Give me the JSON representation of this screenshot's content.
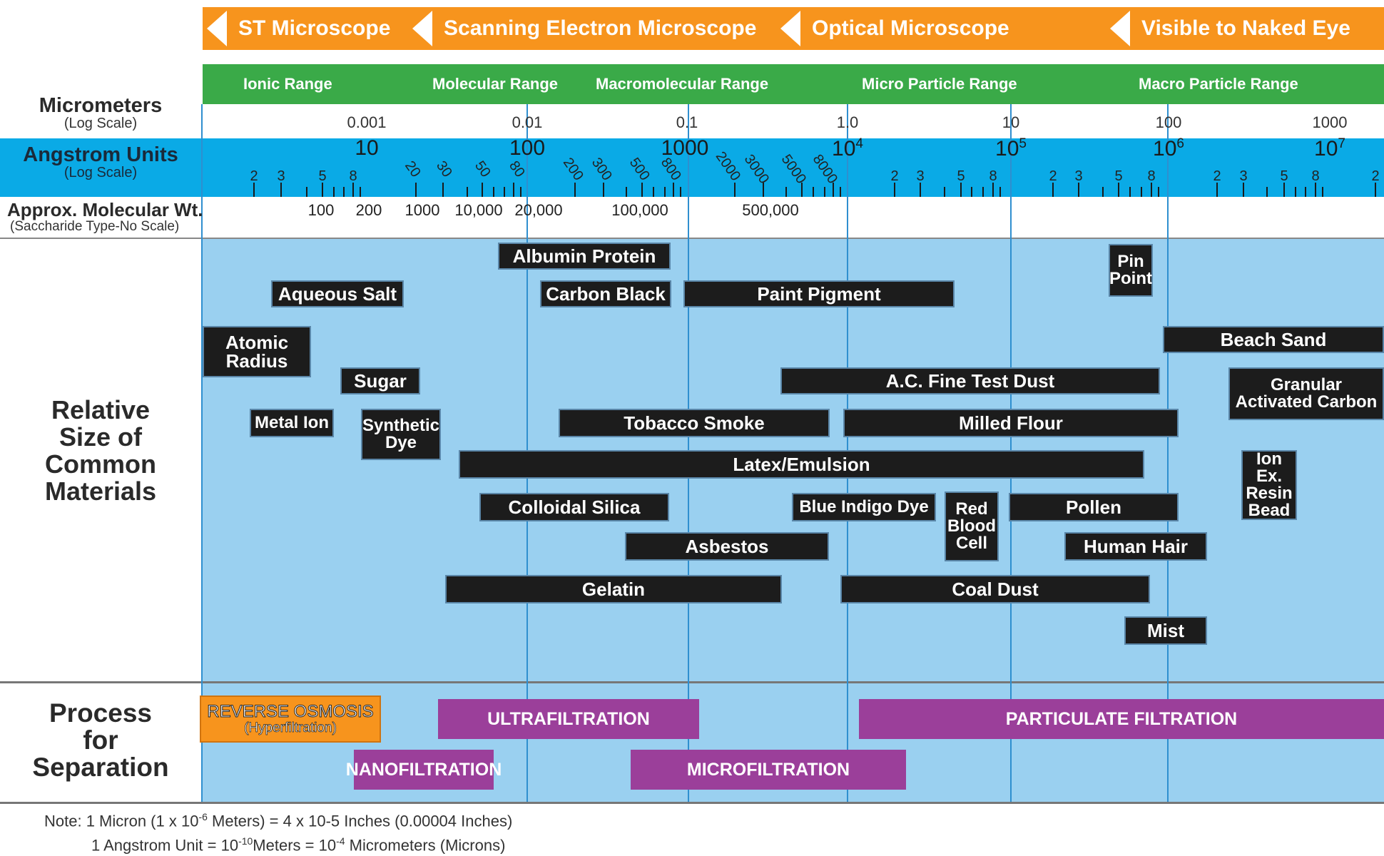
{
  "colors": {
    "orange": "#f7941d",
    "green": "#3aaa48",
    "cyan": "#0aaae6",
    "light_blue": "#9ad0f0",
    "dark_box": "#1c1c1c",
    "purple": "#9b3f9a",
    "divider_line": "#2f8fcf"
  },
  "row_headers": {
    "micrometers": "Micrometers",
    "micrometers_sub": "(Log Scale)",
    "angstrom": "Angstrom Units",
    "angstrom_sub": "(Log Scale)",
    "molecular": "Approx. Molecular Wt.",
    "molecular_sub": "(Saccharide Type-No Scale)",
    "relative_lines": [
      "Relative",
      "Size of",
      "Common",
      "Materials"
    ],
    "process_lines": [
      "Process",
      "for",
      "Separation"
    ]
  },
  "microscopes": [
    {
      "label": "ST Microscope",
      "icon": "left-arrow-icon"
    },
    {
      "label": "Scanning Electron Microscope",
      "icon": "left-arrow-icon"
    },
    {
      "label": "Optical Microscope",
      "icon": "left-arrow-icon"
    },
    {
      "label": "Visible to Naked Eye",
      "icon": "left-arrow-icon"
    }
  ],
  "ranges": [
    "Ionic Range",
    "Molecular Range",
    "Macromolecular Range",
    "Micro Particle Range",
    "Macro Particle Range"
  ],
  "micrometer_ticks": [
    "0.001",
    "0.01",
    "0.1",
    "1.0",
    "10",
    "100",
    "1000"
  ],
  "angstrom_majors": [
    {
      "base": "10",
      "exp": ""
    },
    {
      "base": "100",
      "exp": ""
    },
    {
      "base": "1000",
      "exp": ""
    },
    {
      "base": "10",
      "exp": "4"
    },
    {
      "base": "10",
      "exp": "5"
    },
    {
      "base": "10",
      "exp": "6"
    },
    {
      "base": "10",
      "exp": "7"
    }
  ],
  "angstrom_minor_labels": [
    "2",
    "3",
    "5",
    "8"
  ],
  "angstrom_rotated": [
    "20",
    "30",
    "50",
    "80",
    "200",
    "300",
    "500",
    "800",
    "2000",
    "3000",
    "5000",
    "8000"
  ],
  "molecular_weights": [
    "100",
    "200",
    "1000",
    "10,000",
    "20,000",
    "100,000",
    "500,000"
  ],
  "materials": [
    {
      "lines": [
        "Albumin Protein"
      ]
    },
    {
      "lines": [
        "Aqueous Salt"
      ]
    },
    {
      "lines": [
        "Carbon Black"
      ]
    },
    {
      "lines": [
        "Paint Pigment"
      ]
    },
    {
      "lines": [
        "Pin",
        "Point"
      ]
    },
    {
      "lines": [
        "Atomic",
        "Radius"
      ]
    },
    {
      "lines": [
        "Beach Sand"
      ]
    },
    {
      "lines": [
        "Sugar"
      ]
    },
    {
      "lines": [
        "A.C. Fine Test Dust"
      ]
    },
    {
      "lines": [
        "Granular",
        "Activated Carbon"
      ]
    },
    {
      "lines": [
        "Metal Ion"
      ]
    },
    {
      "lines": [
        "Synthetic",
        "Dye"
      ]
    },
    {
      "lines": [
        "Tobacco Smoke"
      ]
    },
    {
      "lines": [
        "Milled Flour"
      ]
    },
    {
      "lines": [
        "Latex/Emulsion"
      ]
    },
    {
      "lines": [
        "Ion Ex.",
        "Resin",
        "Bead"
      ]
    },
    {
      "lines": [
        "Colloidal Silica"
      ]
    },
    {
      "lines": [
        "Blue Indigo Dye"
      ]
    },
    {
      "lines": [
        "Red",
        "Blood",
        "Cell"
      ]
    },
    {
      "lines": [
        "Pollen"
      ]
    },
    {
      "lines": [
        "Asbestos"
      ]
    },
    {
      "lines": [
        "Human Hair"
      ]
    },
    {
      "lines": [
        "Gelatin"
      ]
    },
    {
      "lines": [
        "Coal Dust"
      ]
    },
    {
      "lines": [
        "Mist"
      ]
    }
  ],
  "processes": [
    {
      "label": "REVERSE OSMOSIS",
      "sub": "(Hyperfiltration)"
    },
    {
      "label": "ULTRAFILTRATION"
    },
    {
      "label": "PARTICULATE FILTRATION"
    },
    {
      "label": "NANOFILTRATION"
    },
    {
      "label": "MICROFILTRATION"
    }
  ],
  "notes": {
    "line1_a": "Note:  1 Micron (1 x 10",
    "line1_exp": "-6",
    "line1_b": " Meters) = 4 x 10-5 Inches (0.00004 Inches)",
    "line2_a": "1 Angstrom Unit = 10",
    "line2_exp": "-10",
    "line2_b": "Meters = 10",
    "line2_exp2": "-4",
    "line2_c": " Micrometers (Microns)"
  }
}
